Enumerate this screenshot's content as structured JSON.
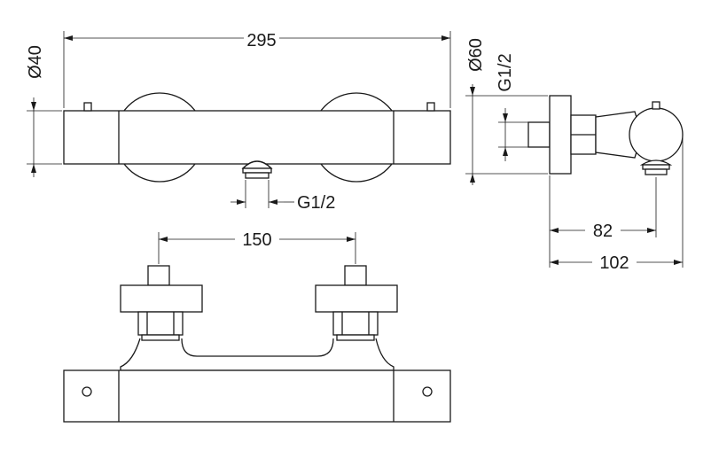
{
  "dimensions": {
    "overall_length": "295",
    "body_diameter": "Ø40",
    "rosette_diameter": "Ø60",
    "side_inlet_thread": "G1/2",
    "outlet_thread": "G1/2",
    "inlet_spacing": "150",
    "projection_to_outlet": "82",
    "total_projection": "102"
  }
}
